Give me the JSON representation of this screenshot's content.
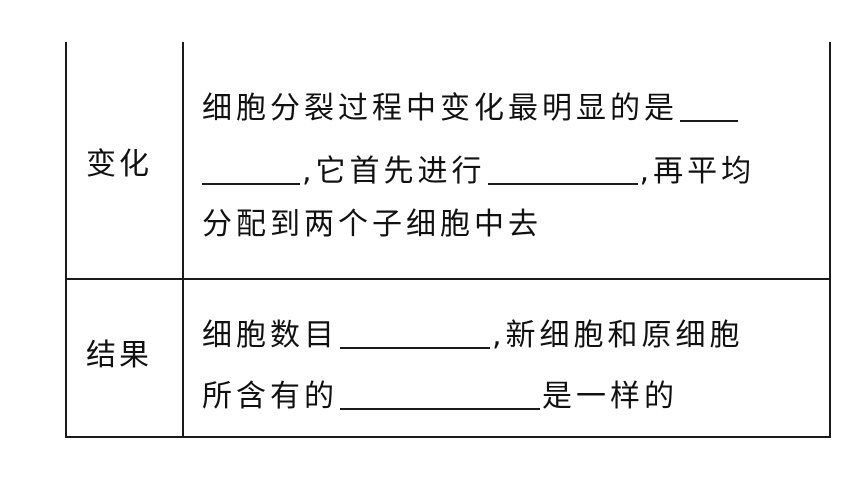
{
  "table": {
    "rows": [
      {
        "label": "变化",
        "lines": [
          {
            "pre": "细胞分裂过程中变化最明显的是"
          },
          {
            "pre": ",它首先进行",
            "post": ",再平均"
          },
          {
            "pre": "分配到两个子细胞中去"
          }
        ]
      },
      {
        "label": "结果",
        "lines": [
          {
            "pre": "细胞数目",
            "post": ",新细胞和原细胞"
          },
          {
            "pre": "所含有的",
            "post": "是一样的"
          }
        ]
      }
    ]
  }
}
